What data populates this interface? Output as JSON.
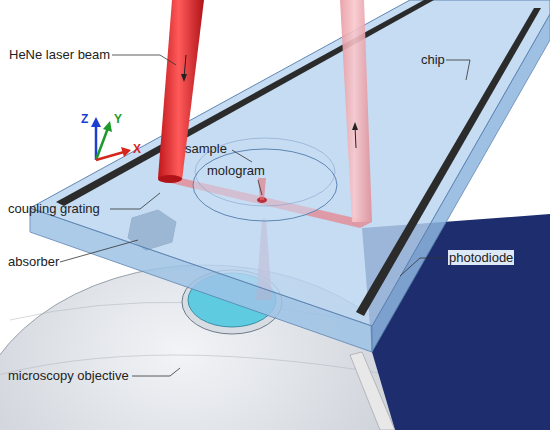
{
  "diagram": {
    "labels": [
      "HeNe laser beam",
      "chip",
      "sample",
      "mologram",
      "coupling grating",
      "absorber",
      "photodiode",
      "microscopy objective",
      "Z",
      "Y",
      "X"
    ]
  }
}
